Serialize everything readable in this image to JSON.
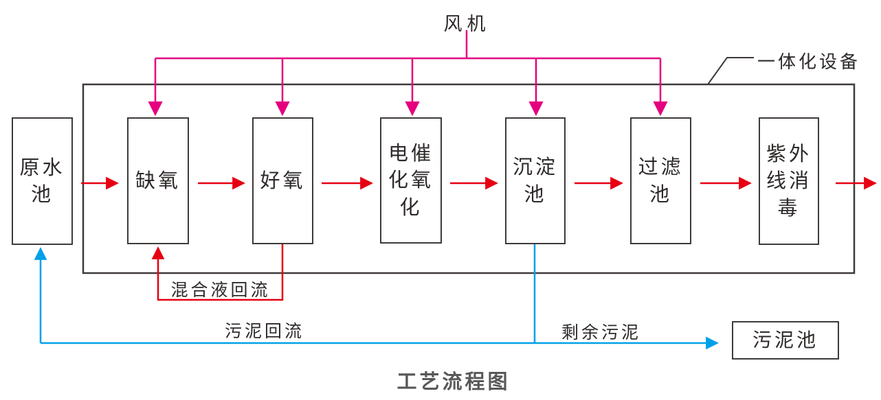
{
  "title": "工艺流程图",
  "labels": {
    "fan": "风机",
    "integrated_unit": "一体化设备",
    "mixed_liquor_return": "混合液回流",
    "sludge_return": "污泥回流",
    "excess_sludge": "剩余污泥"
  },
  "process_boxes": {
    "raw_water": "原水池",
    "anoxic": "缺氧",
    "aerobic": "好氧",
    "electrocatalytic_oxidation": "电催化氧化",
    "sedimentation": "沉淀池",
    "filtration": "过滤池",
    "uv_disinfection": "紫外线消毒",
    "sludge_tank": "污泥池"
  },
  "colors": {
    "air_line_magenta": "#e4007f",
    "flow_line_red": "#e60012",
    "sludge_line_blue": "#00a0e9",
    "outline_dark": "#3e3a39",
    "title_gray": "#595757"
  }
}
